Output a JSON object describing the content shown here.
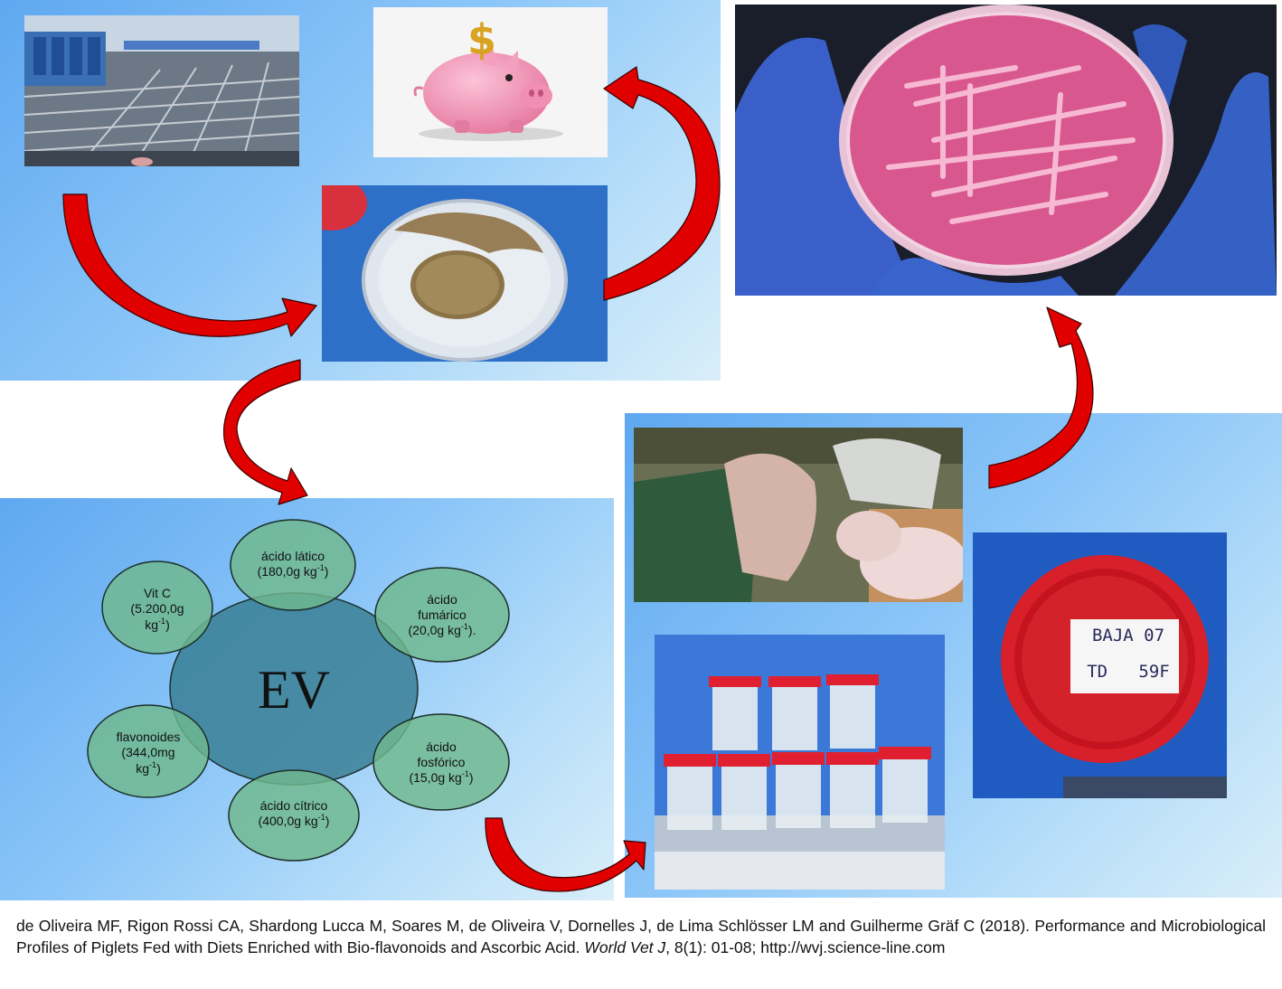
{
  "center": {
    "label": "EV"
  },
  "components": [
    {
      "name": "ácido lático",
      "dose": "(180,0g kg",
      "sup": "-1",
      "tail": ")"
    },
    {
      "name": "ácido",
      "name2": "fumárico",
      "dose": "(20,0g kg",
      "sup": "-1",
      "tail": ")."
    },
    {
      "name": "ácido",
      "name2": "fosfórico",
      "dose": "(15,0g kg",
      "sup": "-1",
      "tail": ")"
    },
    {
      "name": "ácido cítrico",
      "dose": "(400,0g kg",
      "sup": "-1",
      "tail": ")"
    },
    {
      "name": "flavonoides",
      "name2": "(344,0mg",
      "dose": "kg",
      "sup": "-1",
      "tail": ")"
    },
    {
      "name": "Vit C",
      "name2": "(5.200,0g",
      "dose": "kg",
      "sup": "-1",
      "tail": ")"
    }
  ],
  "sample_label": {
    "line1": "BAJA 07",
    "line2": "TD   59F"
  },
  "citation": {
    "authors": "de Oliveira MF, Rigon Rossi CA, Shardong Lucca M, Soares M, de Oliveira V, Dornelles J, de Lima Schlösser LM and Guilherme Gräf C (2018). Performance and Microbiological Profiles of Piglets Fed with Diets Enriched with Bio-flavonoids and Ascorbic Acid. ",
    "journal": "World Vet J",
    "details": ", 8(1): 01-08; http://wvj.science-line.com"
  },
  "colors": {
    "panel": "#8cc6f8",
    "arrow": "#e00000",
    "ellipse_fill": "#6fb88c",
    "center_fill": "#3a7f95",
    "petri_pink": "#d9578f",
    "glove_blue": "#3a6fd8",
    "cap_red": "#d8202a"
  },
  "icons": [
    "piggy-bank-icon",
    "dollar-sign-icon"
  ]
}
